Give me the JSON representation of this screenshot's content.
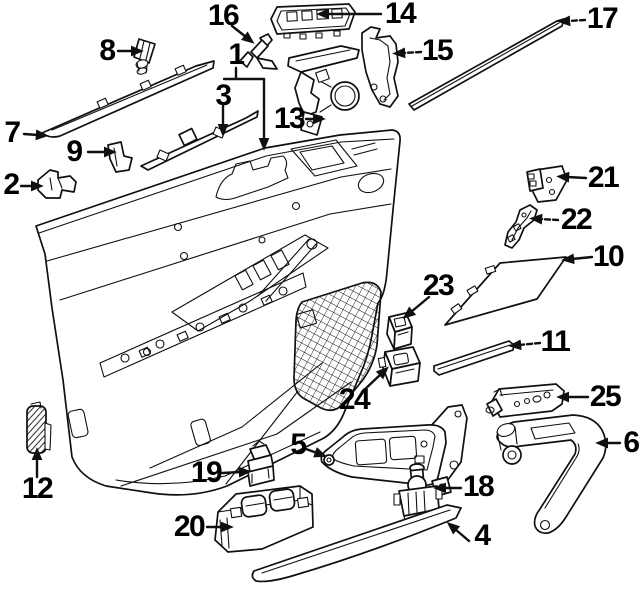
{
  "diagram": {
    "background_color": "#ffffff",
    "line_color": "#101010",
    "label_color": "#000000"
  },
  "callouts": [
    {
      "label": "1"
    },
    {
      "label": "2"
    },
    {
      "label": "3"
    },
    {
      "label": "4"
    },
    {
      "label": "5"
    },
    {
      "label": "6"
    },
    {
      "label": "7"
    },
    {
      "label": "8"
    },
    {
      "label": "9"
    },
    {
      "label": "10"
    },
    {
      "label": "11"
    },
    {
      "label": "12"
    },
    {
      "label": "13"
    },
    {
      "label": "14"
    },
    {
      "label": "15"
    },
    {
      "label": "16"
    },
    {
      "label": "17"
    },
    {
      "label": "18"
    },
    {
      "label": "19"
    },
    {
      "label": "20"
    },
    {
      "label": "21"
    },
    {
      "label": "22"
    },
    {
      "label": "23"
    },
    {
      "label": "24"
    },
    {
      "label": "25"
    }
  ]
}
